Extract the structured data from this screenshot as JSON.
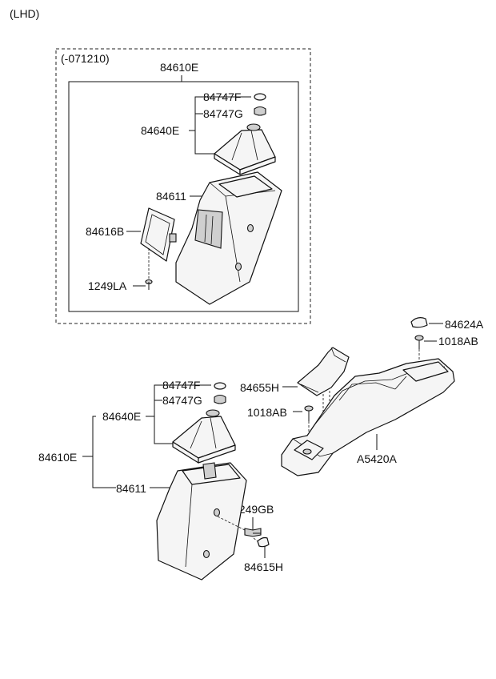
{
  "variant": "(LHD)",
  "group": {
    "date_code": "(-071210)",
    "labels": {
      "assembly": "84610E",
      "plug_f": "84747F",
      "plug_g": "84747G",
      "boot": "84640E",
      "console": "84611",
      "cover": "84616B",
      "screw": "1249LA"
    }
  },
  "lower": {
    "labels": {
      "plug_f": "84747F",
      "plug_g": "84747G",
      "boot": "84640E",
      "assembly": "84610E",
      "console": "84611",
      "bolt": "1249GB",
      "cap": "84615H"
    }
  },
  "right": {
    "labels": {
      "cap": "84624A",
      "screw_top": "1018AB",
      "trim": "84655H",
      "screw_left": "1018AB",
      "base": "A5420A"
    }
  }
}
